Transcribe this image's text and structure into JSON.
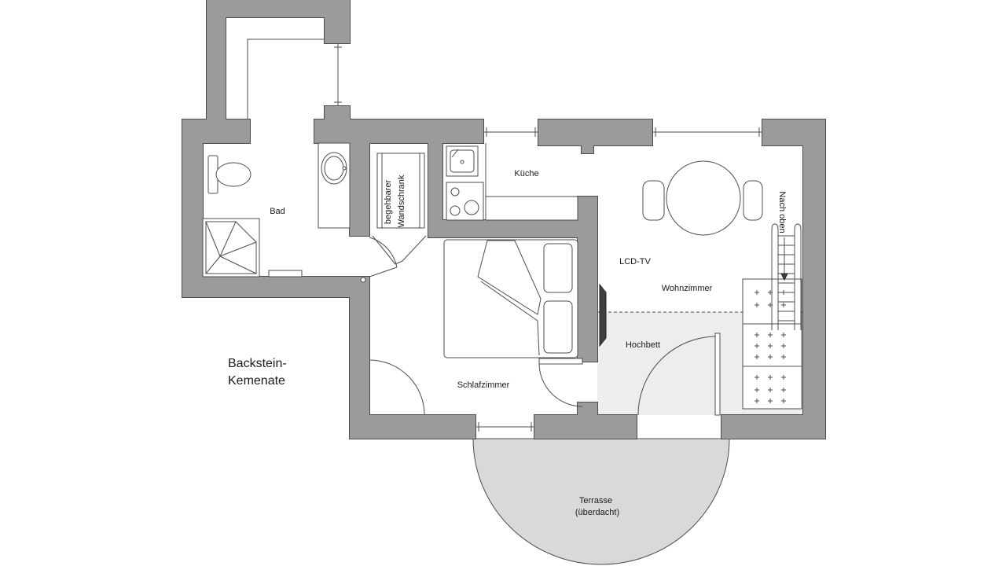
{
  "plan_title": [
    "Backstein-",
    "Kemenate"
  ],
  "rooms": {
    "bath": "Bad",
    "kitchen": "Küche",
    "walk_in_closet": [
      "begehbarer",
      "Wandschrank"
    ],
    "bedroom": "Schlafzimmer",
    "living_room": "Wohnzimmer",
    "loft_bed": "Hochbett",
    "terrace": [
      "Terrasse",
      "(überdacht)"
    ]
  },
  "fixtures": {
    "tv_label": "LCD-TV",
    "stairs_label": "Nach oben"
  },
  "colors": {
    "wall": "#9b9b9b",
    "line": "#4d4d4d",
    "terrace": "#d9d9d9",
    "loft_area": "#ededed",
    "text": "#1a1a1a"
  }
}
